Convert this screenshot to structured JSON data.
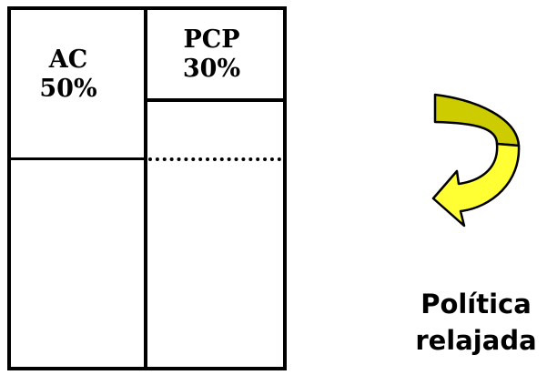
{
  "diagram": {
    "left_block": {
      "name": "AC",
      "value": "50%"
    },
    "right_block": {
      "name": "PCP",
      "value": "30%"
    },
    "caption": {
      "line1": "Política",
      "line2": "relajada"
    },
    "arrow_color": "#FFFF33",
    "arrow_shade_color": "#CCCC00"
  }
}
